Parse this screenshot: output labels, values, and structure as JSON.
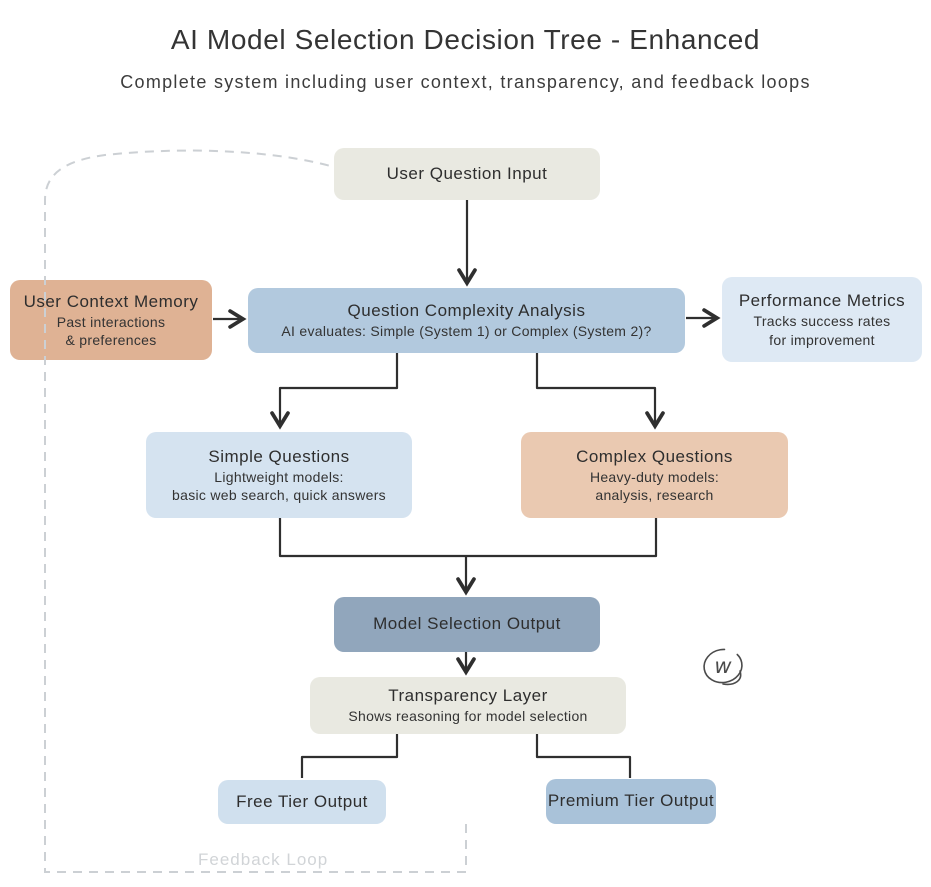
{
  "header": {
    "title": "AI Model Selection Decision Tree - Enhanced",
    "subtitle": "Complete system including user context, transparency, and feedback loops"
  },
  "nodes": {
    "user_question_input": {
      "title": "User Question Input"
    },
    "user_context_memory": {
      "title": "User Context Memory",
      "lines": [
        "Past interactions",
        "& preferences"
      ]
    },
    "question_complexity_analysis": {
      "title": "Question Complexity Analysis",
      "lines": [
        "AI evaluates: Simple (System 1) or Complex (System 2)?"
      ]
    },
    "performance_metrics": {
      "title": "Performance Metrics",
      "lines": [
        "Tracks success rates",
        "for improvement"
      ]
    },
    "simple_questions": {
      "title": "Simple Questions",
      "lines": [
        "Lightweight models:",
        "basic web search, quick answers"
      ]
    },
    "complex_questions": {
      "title": "Complex Questions",
      "lines": [
        "Heavy-duty models:",
        "analysis, research"
      ]
    },
    "model_selection_output": {
      "title": "Model Selection Output"
    },
    "transparency_layer": {
      "title": "Transparency Layer",
      "lines": [
        "Shows reasoning for model selection"
      ]
    },
    "free_tier_output": {
      "title": "Free Tier Output"
    },
    "premium_tier_output": {
      "title": "Premium Tier Output"
    }
  },
  "edges": [
    {
      "from": "User Question Input",
      "to": "Question Complexity Analysis",
      "style": "solid-arrow"
    },
    {
      "from": "User Context Memory",
      "to": "Question Complexity Analysis",
      "style": "solid-arrow"
    },
    {
      "from": "Question Complexity Analysis",
      "to": "Performance Metrics",
      "style": "solid-arrow"
    },
    {
      "from": "Question Complexity Analysis",
      "to": "Simple Questions",
      "style": "solid-arrow"
    },
    {
      "from": "Question Complexity Analysis",
      "to": "Complex Questions",
      "style": "solid-arrow"
    },
    {
      "from": "Simple Questions",
      "to": "Model Selection Output",
      "style": "solid-arrow"
    },
    {
      "from": "Complex Questions",
      "to": "Model Selection Output",
      "style": "solid-arrow"
    },
    {
      "from": "Model Selection Output",
      "to": "Transparency Layer",
      "style": "solid-arrow"
    },
    {
      "from": "Transparency Layer",
      "to": "Free Tier Output",
      "style": "solid"
    },
    {
      "from": "Transparency Layer",
      "to": "Premium Tier Output",
      "style": "solid"
    },
    {
      "from": "Outputs",
      "to": "User Question Input",
      "style": "dashed",
      "label": "Feedback Loop"
    }
  ],
  "labels": {
    "feedback_loop": "Feedback Loop"
  },
  "watermark": {
    "glyph": "w"
  },
  "colors": {
    "neutral_box": "#e9e9e1",
    "tan_box": "#dfb294",
    "light_tan_box": "#eac9b1",
    "blue_box": "#b2c9de",
    "pale_blue_box": "#dee9f4",
    "light_blue_box": "#d5e3f0",
    "slate_box": "#91a6bc",
    "free_box": "#d0e0ee",
    "premium_box": "#a9c2d9",
    "arrow": "#2f2f2f",
    "dashed_line": "#ccd0d4",
    "faded_text": "#d1d4d7",
    "text": "#2e2e2e"
  }
}
